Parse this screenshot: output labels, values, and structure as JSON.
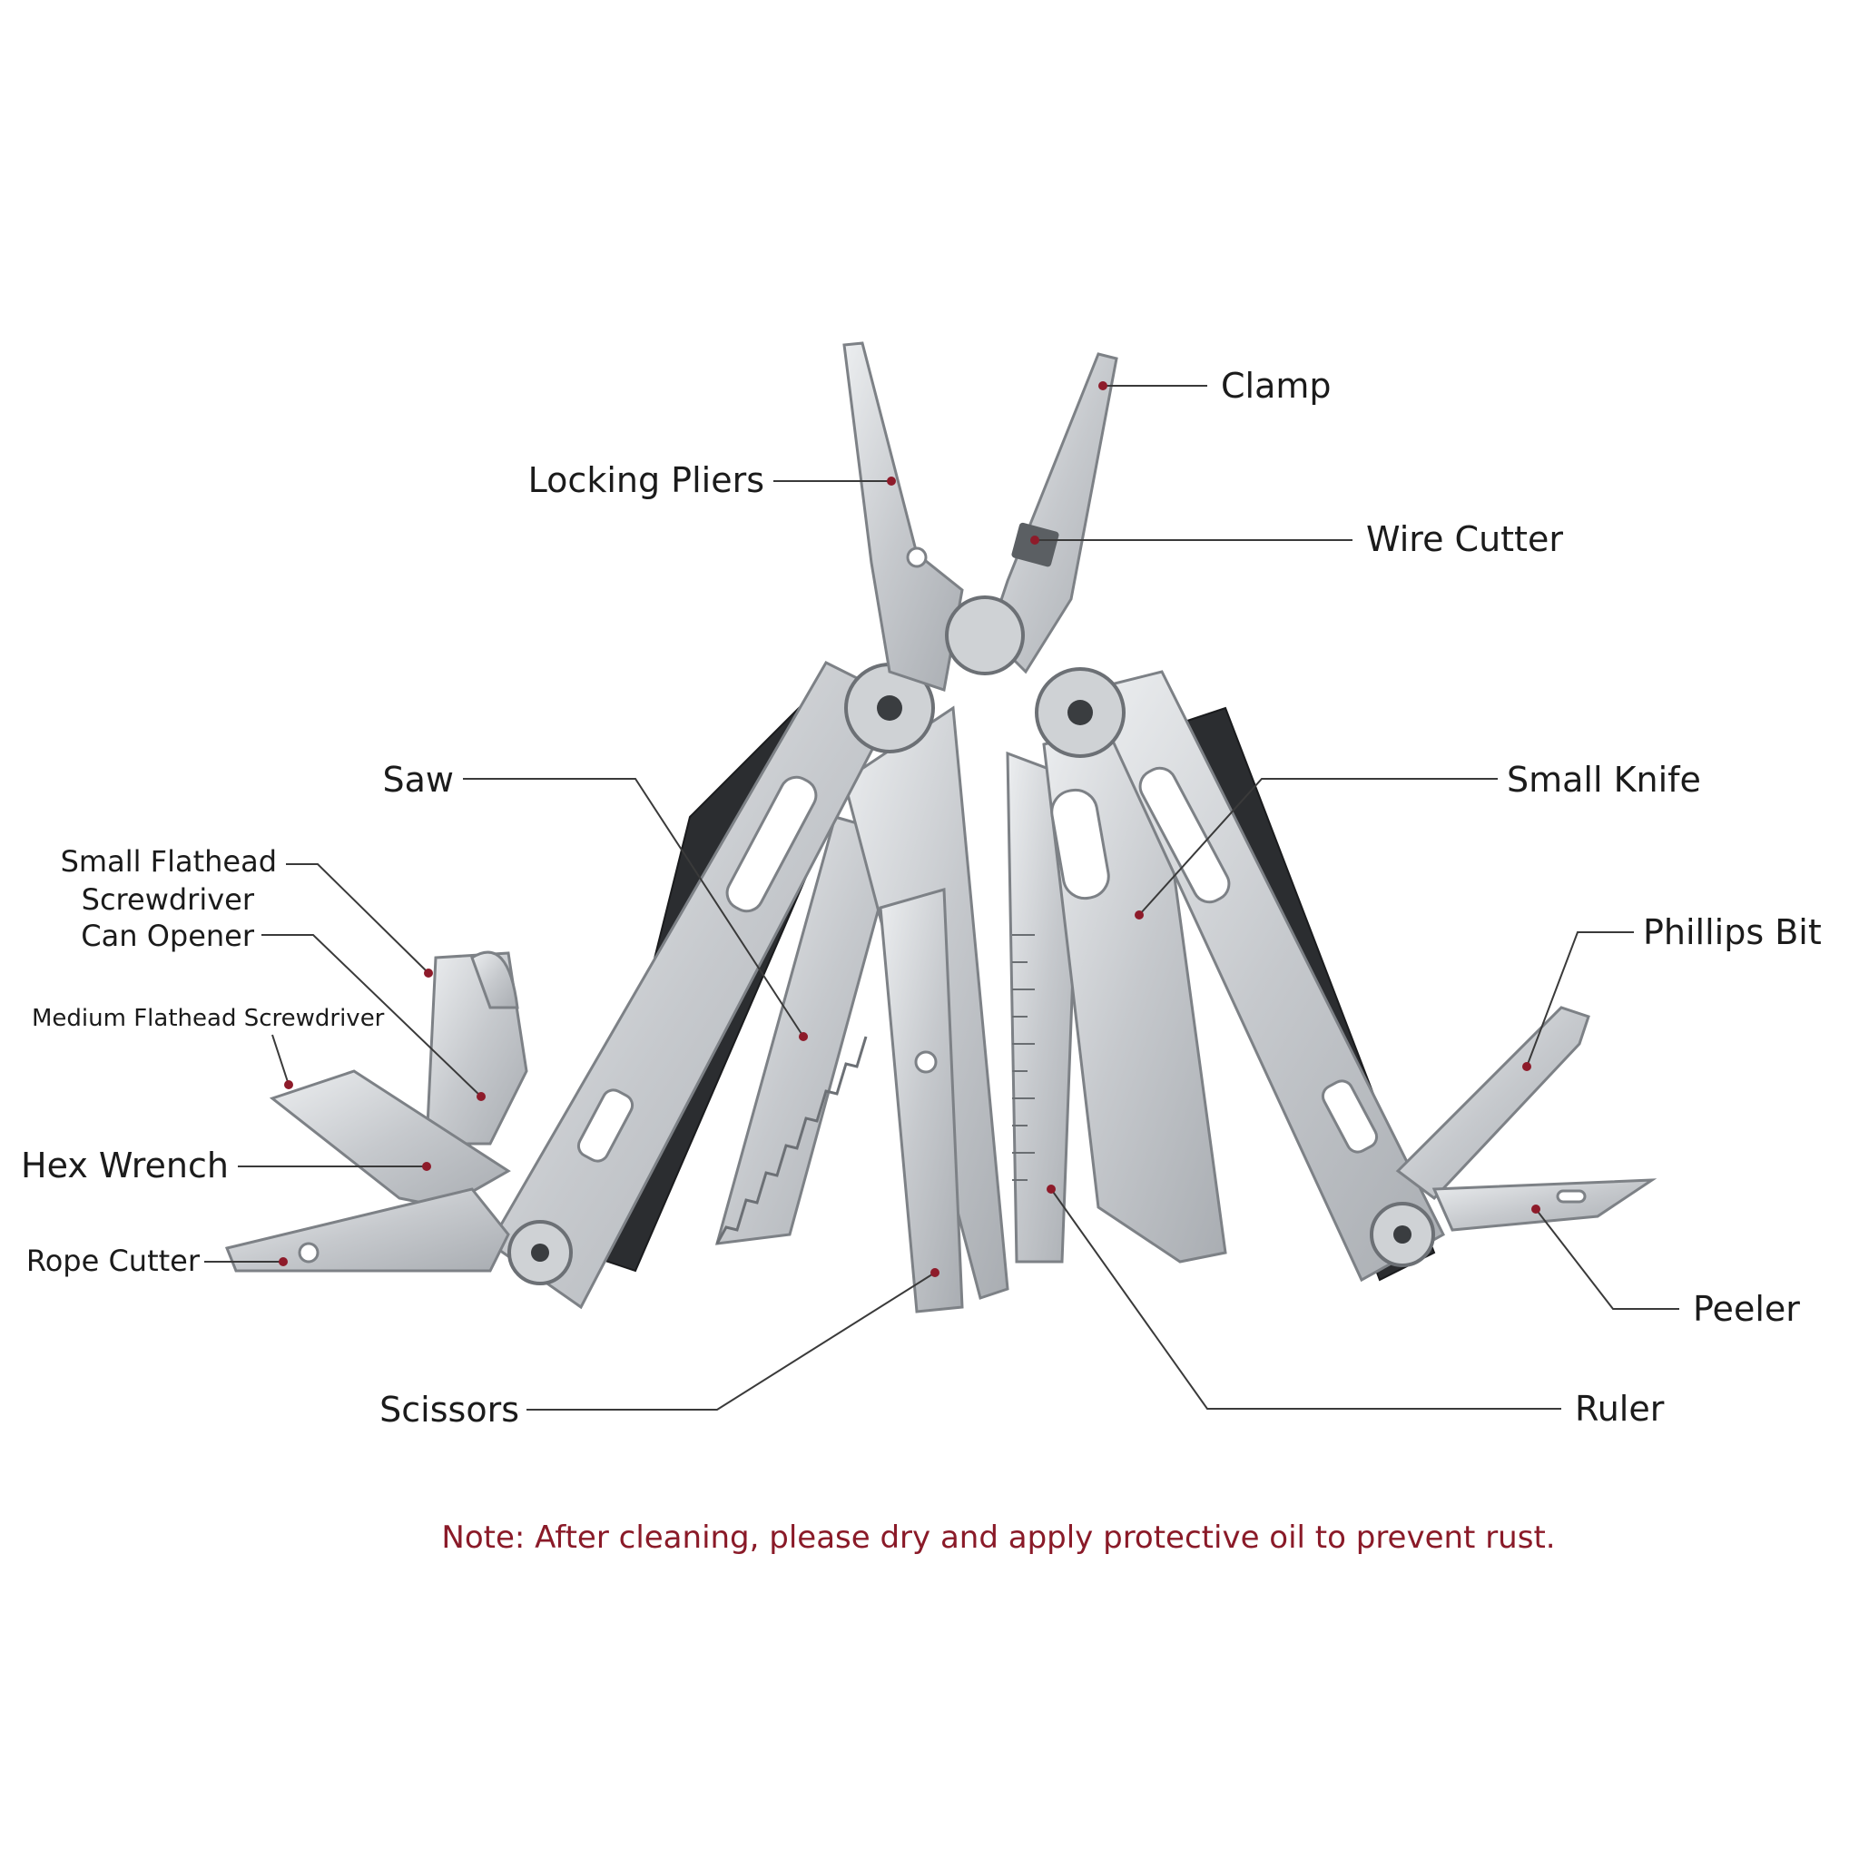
{
  "diagram": {
    "labels": {
      "clamp": "Clamp",
      "locking_pliers": "Locking Pliers",
      "wire_cutter": "Wire Cutter",
      "saw": "Saw",
      "small_knife": "Small Knife",
      "small_flathead_line1": "Small Flathead",
      "small_flathead_line2": "Screwdriver",
      "can_opener": "Can Opener",
      "phillips_bit": "Phillips Bit",
      "medium_flathead": "Medium Flathead Screwdriver",
      "hex_wrench": "Hex Wrench",
      "rope_cutter": "Rope Cutter",
      "peeler": "Peeler",
      "scissors": "Scissors",
      "ruler": "Ruler"
    },
    "note": "Note: After cleaning, please dry and apply protective oil to prevent rust.",
    "colors": {
      "label_text": "#1b1b1b",
      "leader_line": "#3a3a3a",
      "marker_dot": "#8e1b2a",
      "note_text": "#8a1a28",
      "steel": "#c9ccd0",
      "grip": "#2b2d30"
    }
  }
}
